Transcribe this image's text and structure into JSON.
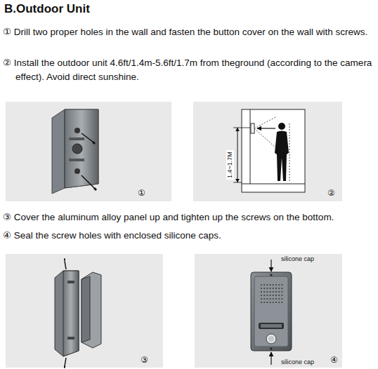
{
  "diagram": {
    "title": "B.Outdoor Unit",
    "labels": [
      "① Drill two proper holes in the wall and fasten the button cover on the wall with screws.",
      "② Install the outdoor unit 4.6ft/1.4m-5.6ft/1.7m from theground (according to the camera effect). Avoid direct sunshine.",
      "①",
      "1.4~1.7M",
      "②",
      "③ Cover the aluminum alloy panel up and tighten up the screws on the bottom.",
      "④ Seal the screw holes with enclosed silicone caps.",
      "③",
      "silicone cap",
      "silicone cap",
      "④"
    ]
  }
}
